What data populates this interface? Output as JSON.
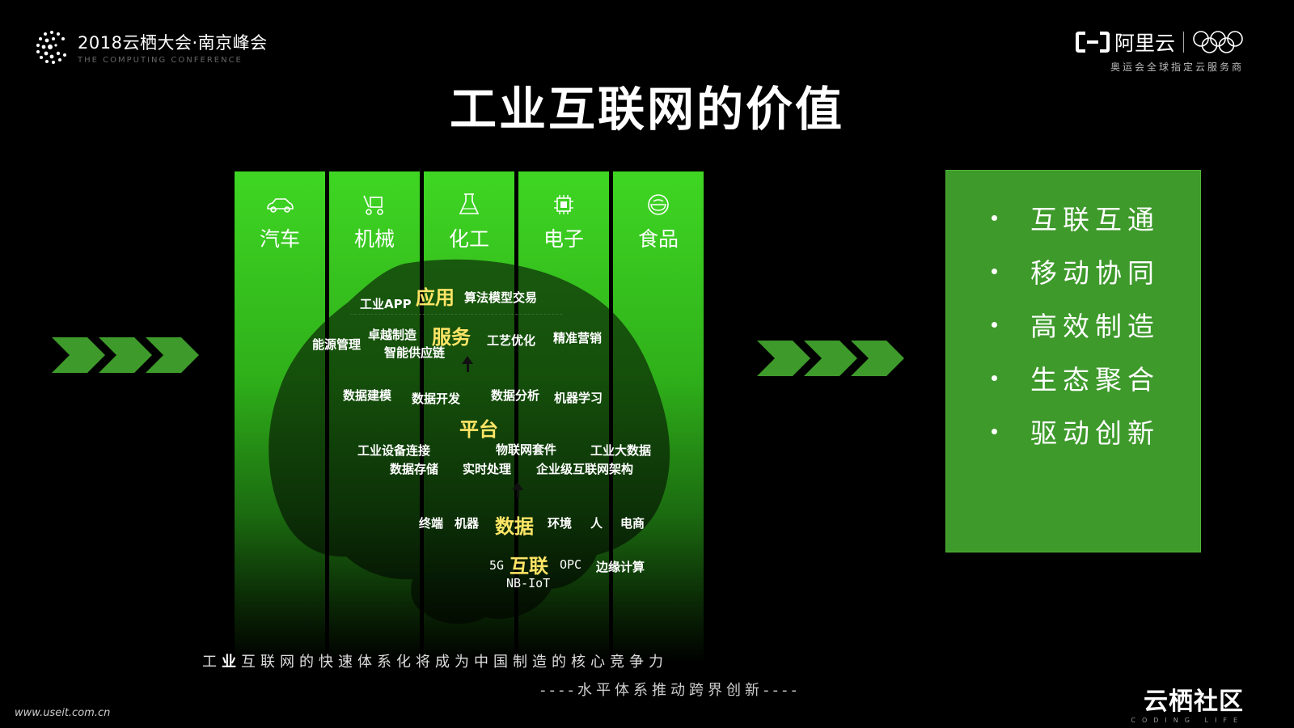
{
  "header": {
    "event_title": "2018云栖大会·南京峰会",
    "event_subtitle": "THE COMPUTING CONFERENCE",
    "sponsor_name": "阿里云",
    "sponsor_tagline": "奥运会全球指定云服务商"
  },
  "page_title": "工业互联网的价值",
  "industries": [
    {
      "label": "汽车",
      "icon": "car-icon"
    },
    {
      "label": "机械",
      "icon": "machinery-icon"
    },
    {
      "label": "化工",
      "icon": "flask-icon"
    },
    {
      "label": "电子",
      "icon": "chip-icon"
    },
    {
      "label": "食品",
      "icon": "food-bowl-icon"
    }
  ],
  "layers": {
    "application": {
      "title": "应用",
      "items": [
        "工业APP",
        "算法模型交易"
      ]
    },
    "service": {
      "title": "服务",
      "items": [
        "能源管理",
        "卓越制造",
        "智能供应链",
        "工艺优化",
        "精准营销"
      ]
    },
    "platform": {
      "title": "平台",
      "items": [
        "数据建模",
        "数据开发",
        "数据分析",
        "机器学习",
        "工业设备连接",
        "物联网套件",
        "工业大数据",
        "数据存储",
        "实时处理",
        "企业级互联网架构"
      ]
    },
    "data": {
      "title": "数据",
      "items": [
        "终端",
        "机器",
        "环境",
        "人",
        "电商"
      ]
    },
    "connectivity": {
      "title": "互联",
      "items": [
        "5G",
        "OPC",
        "边缘计算",
        "NB-IoT"
      ]
    }
  },
  "benefits": [
    "互联互通",
    "移动协同",
    "高效制造",
    "生态聚合",
    "驱动创新"
  ],
  "footer": {
    "line1_emph": "业",
    "line1_pre": "工",
    "line1_post": "互联网的快速体系化将成为中国制造的核心竞争力",
    "line2": "----水平体系推动跨界创新----",
    "watermark": "www.useit.com.cn",
    "community_name": "云栖社区",
    "community_sub": "CODING LIFE"
  },
  "colors": {
    "accent_green": "#3fd623",
    "box_green": "#3e9a2b",
    "highlight_yellow": "#ffe566"
  }
}
